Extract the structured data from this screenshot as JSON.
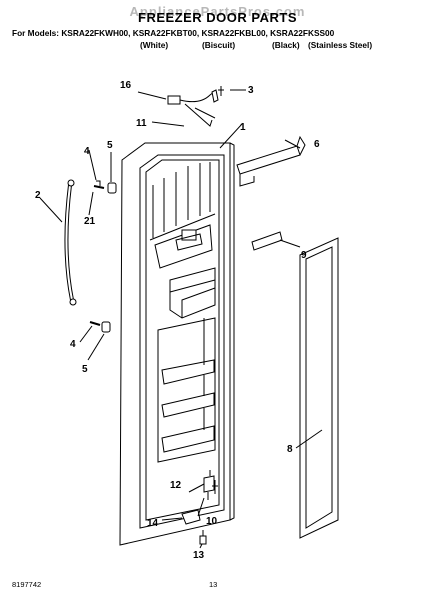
{
  "watermark": "AppliancePartsPros.com",
  "title": "FREEZER DOOR PARTS",
  "models_line": "For Models: KSRA22FKWH00, KSRA22FKBT00, KSRA22FKBL00, KSRA22FKSS00",
  "colors": {
    "white": "(White)",
    "biscuit": "(Biscuit)",
    "black": "(Black)",
    "stainless": "(Stainless Steel)"
  },
  "callouts": {
    "c1": "1",
    "c2": "2",
    "c3": "3",
    "c4a": "4",
    "c4b": "4",
    "c5a": "5",
    "c5b": "5",
    "c6": "6",
    "c8": "8",
    "c9": "9",
    "c10": "10",
    "c11": "11",
    "c12": "12",
    "c13": "13",
    "c14": "14",
    "c16": "16",
    "c21": "21"
  },
  "footer": {
    "doc_number": "8197742",
    "page_number": "13"
  }
}
